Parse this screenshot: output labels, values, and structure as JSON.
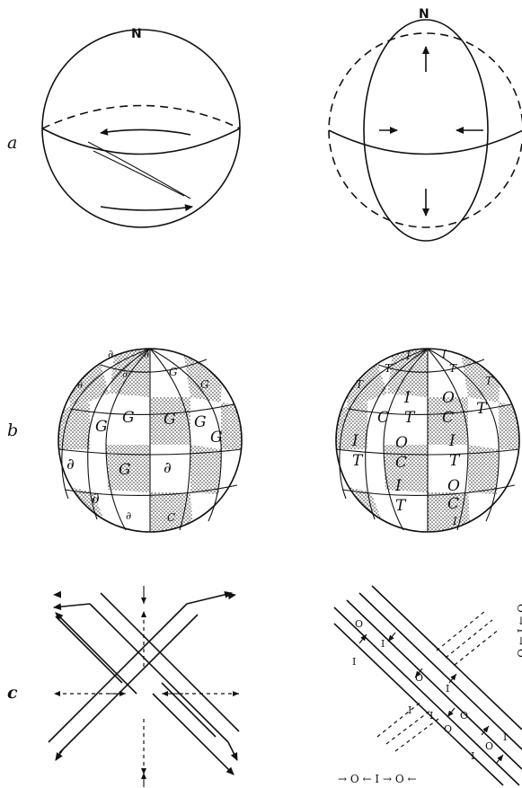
{
  "rows": {
    "a": "a",
    "b": "b",
    "c": "c"
  },
  "north_labels": {
    "left": "N",
    "right": "N"
  },
  "panel_b_right": {
    "top_band": [
      "T",
      "T",
      "T",
      "T",
      "I",
      "I"
    ],
    "mid_upper": [
      "I",
      "C",
      "O",
      "C",
      "T",
      "T"
    ],
    "mid_lower": [
      "I",
      "O",
      "I",
      "T",
      "C",
      "T"
    ],
    "bottom": [
      "I",
      "O",
      "T",
      "C",
      "I"
    ]
  },
  "panel_c_right": {
    "diagonal_labels": [
      "O",
      "I",
      "I",
      "O",
      "I",
      "I",
      "O",
      "O",
      "I",
      "O",
      "I",
      "I"
    ],
    "bottom_axis": "→ O ← I → O ←",
    "right_axis": "O → I → O"
  },
  "icons": {
    "left_vortex_pattern": "rotating-cells-icon",
    "arrow_marker": "arrowhead-icon"
  }
}
